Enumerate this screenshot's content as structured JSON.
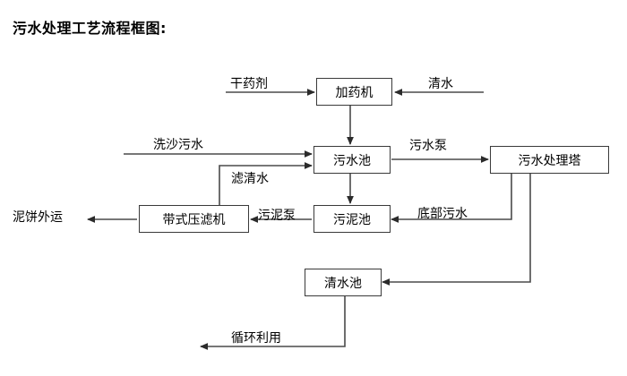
{
  "title": "污水处理工艺流程框图:",
  "diagram": {
    "type": "flowchart",
    "nodes": [
      {
        "id": "dosing-machine",
        "label": "加药机"
      },
      {
        "id": "wastewater-pool",
        "label": "污水池"
      },
      {
        "id": "wastewater-treatment-tower",
        "label": "污水处理塔"
      },
      {
        "id": "belt-filter-press",
        "label": "带式压滤机"
      },
      {
        "id": "sludge-pool",
        "label": "污泥池"
      },
      {
        "id": "clean-water-pool",
        "label": "清水池"
      }
    ],
    "edge_labels": [
      {
        "id": "dry-chemical",
        "label": "干药剂"
      },
      {
        "id": "clean-water-in",
        "label": "清水"
      },
      {
        "id": "sand-washing-wastewater",
        "label": "洗沙污水"
      },
      {
        "id": "filtered-clear-water",
        "label": "滤清水"
      },
      {
        "id": "wastewater-pump",
        "label": "污水泵"
      },
      {
        "id": "mud-cake-transport",
        "label": "泥饼外运"
      },
      {
        "id": "sludge-pump",
        "label": "污泥泵"
      },
      {
        "id": "bottom-wastewater",
        "label": "底部污水"
      },
      {
        "id": "recycling",
        "label": "循环利用"
      }
    ]
  },
  "colors": {
    "line": "#4a4a4a",
    "box_border": "#3a3a3a",
    "text": "#000000",
    "background": "#ffffff"
  }
}
